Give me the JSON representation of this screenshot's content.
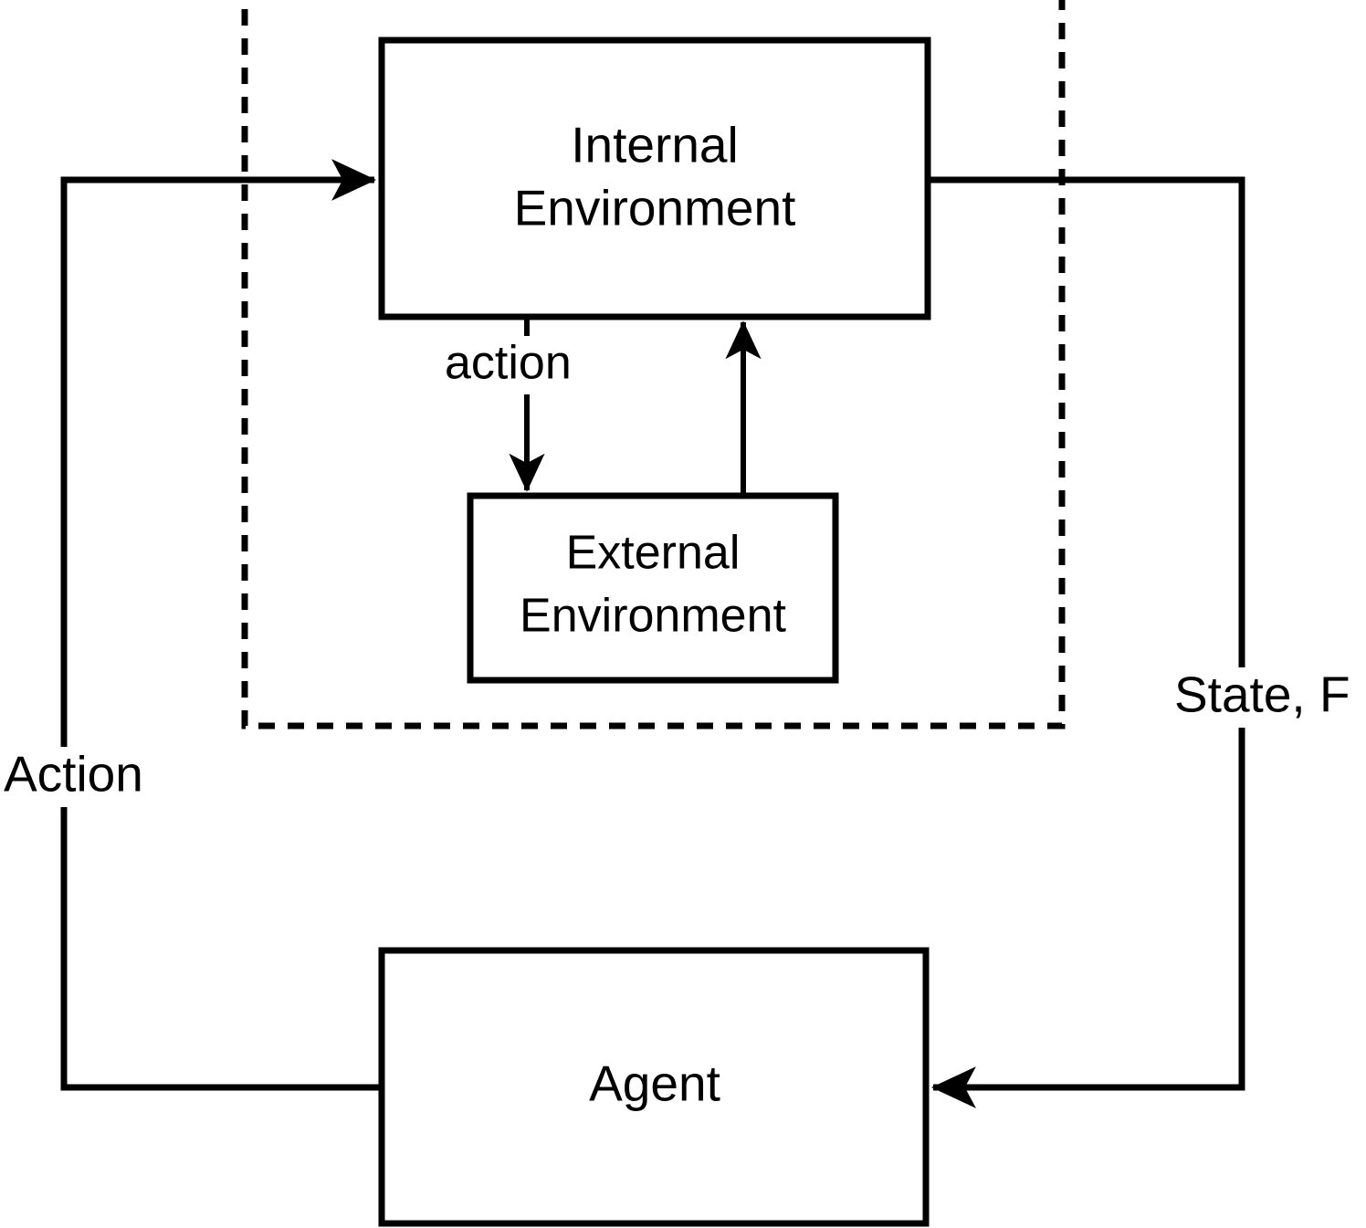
{
  "diagram": {
    "type": "block-flow-diagram",
    "background_color": "#ffffff",
    "stroke_color": "#000000",
    "boxes": [
      {
        "id": "internal-environment",
        "label_line1": "Internal",
        "label_line2": "Environment",
        "style": "solid"
      },
      {
        "id": "external-environment",
        "label_line1": "External",
        "label_line2": "Environment",
        "style": "solid"
      },
      {
        "id": "agent",
        "label_line1": "Agent",
        "label_line2": "",
        "style": "solid"
      }
    ],
    "grouping_box": {
      "id": "environment-group",
      "style": "dashed",
      "label": ""
    },
    "edges": [
      {
        "id": "action-loop-label",
        "label": "Action",
        "from": "agent",
        "to": "internal-environment"
      },
      {
        "id": "state-loop-label",
        "label": "State, F",
        "from": "internal-environment",
        "to": "agent"
      },
      {
        "id": "internal-to-external",
        "label": "action",
        "from": "internal-environment",
        "to": "external-environment"
      },
      {
        "id": "external-to-internal",
        "label": "",
        "from": "external-environment",
        "to": "internal-environment"
      }
    ]
  }
}
